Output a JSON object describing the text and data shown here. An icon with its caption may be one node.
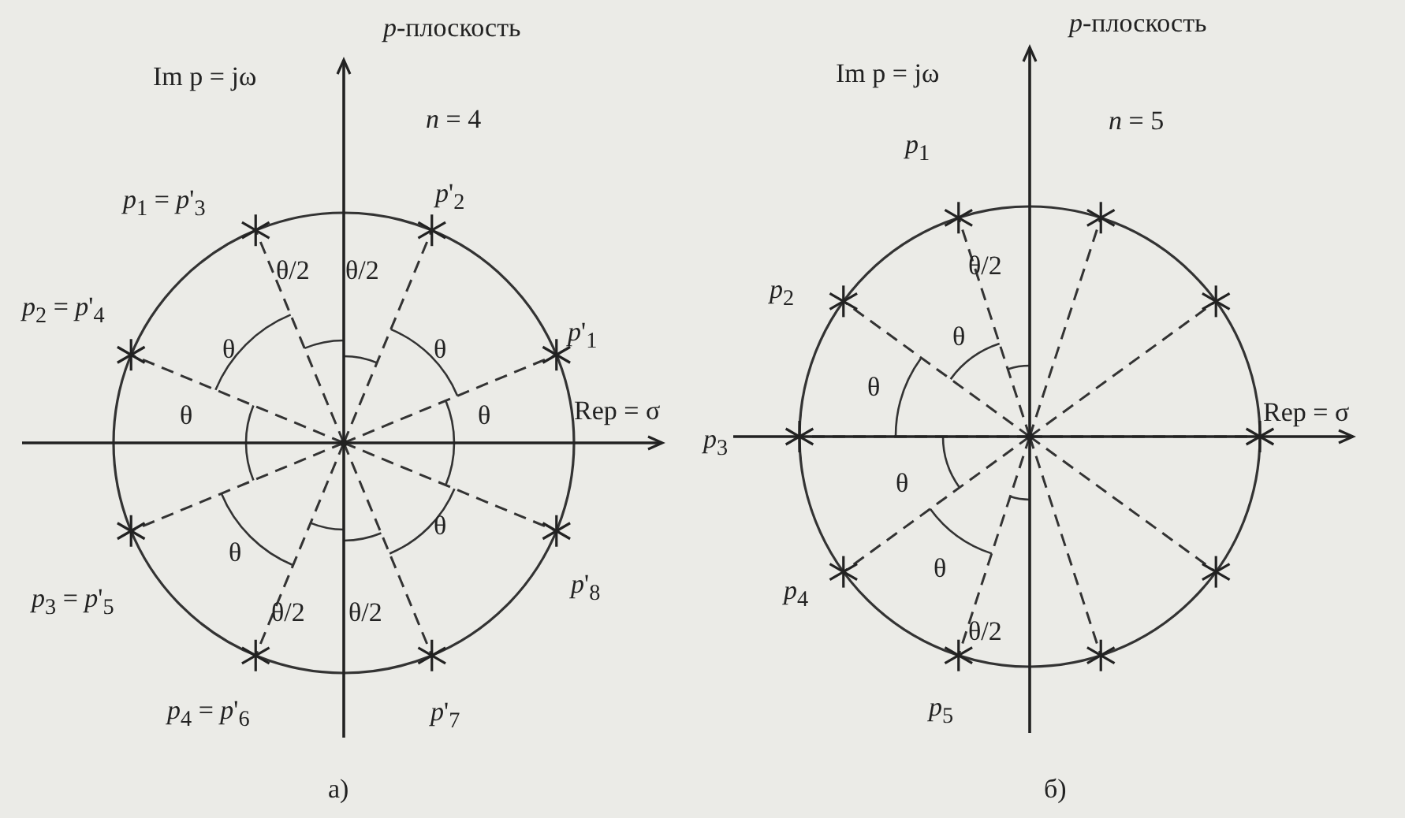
{
  "diagram": {
    "labels": [
      "*p*-плоскость",
      "Im p = jω",
      "*n* = 4",
      "*p*$_{1}$ = *p*'$_{3}$",
      "*p*'$_{2}$",
      "θ/2",
      "θ/2",
      "*p*$_{2}$ = *p*'$_{4}$",
      "θ",
      "θ",
      "*p*'$_{1}$",
      "θ",
      "θ",
      "Rep = σ",
      "θ",
      "θ",
      "*p*'$_{8}$",
      "*p*$_{3}$ = *p*'$_{5}$",
      "θ/2",
      "θ/2",
      "*p*$_{4}$ = *p*'$_{6}$",
      "*p*'$_{7}$",
      "а)",
      "*p*-плоскость",
      "Im p = jω",
      "*n* = 5",
      "*p*$_{1}$",
      "θ/2",
      "*p*$_{2}$",
      "θ",
      "θ",
      "*p*$_{3}$",
      "Rep = σ",
      "θ",
      "θ",
      "*p*$_{4}$",
      "θ/2",
      "*p*$_{5}$",
      "б)"
    ]
  }
}
